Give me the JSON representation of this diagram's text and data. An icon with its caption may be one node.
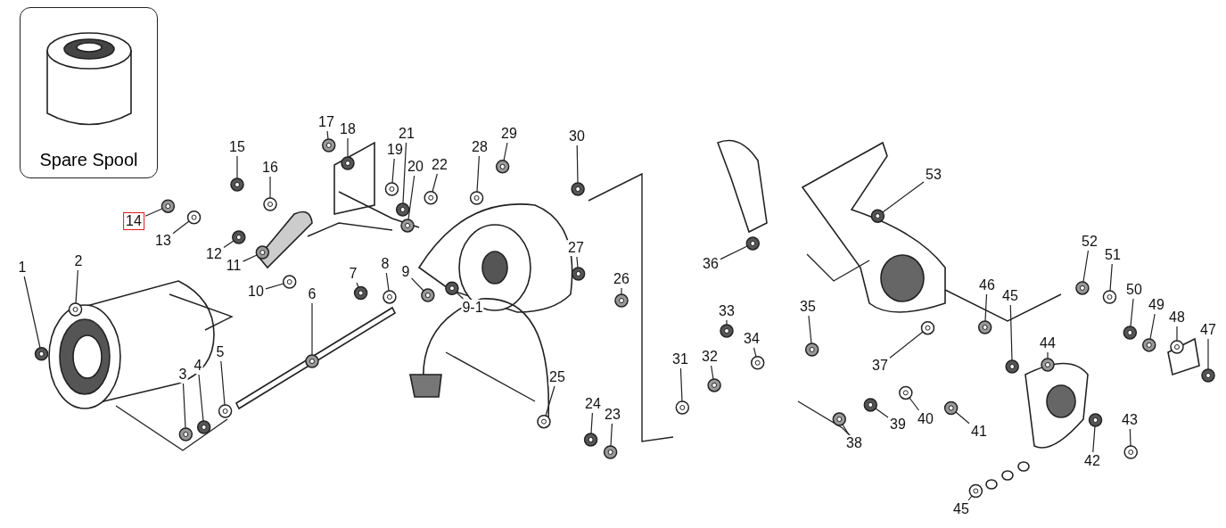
{
  "diagram": {
    "nodes": [
      {
        "text": [
          "Spare Spool"
        ]
      },
      {
        "text": [
          "1"
        ]
      },
      {
        "text": [
          "2"
        ]
      },
      {
        "text": [
          "3"
        ]
      },
      {
        "text": [
          "4"
        ]
      },
      {
        "text": [
          "5"
        ]
      },
      {
        "text": [
          "6"
        ]
      },
      {
        "text": [
          "7"
        ]
      },
      {
        "text": [
          "8"
        ]
      },
      {
        "text": [
          "9"
        ]
      },
      {
        "text": [
          "9-1"
        ]
      },
      {
        "text": [
          "10"
        ]
      },
      {
        "text": [
          "11"
        ]
      },
      {
        "text": [
          "12"
        ]
      },
      {
        "text": [
          "13"
        ]
      },
      {
        "text": [
          "14"
        ]
      },
      {
        "text": [
          "15"
        ]
      },
      {
        "text": [
          "16"
        ]
      },
      {
        "text": [
          "17"
        ]
      },
      {
        "text": [
          "18"
        ]
      },
      {
        "text": [
          "19"
        ]
      },
      {
        "text": [
          "20"
        ]
      },
      {
        "text": [
          "21"
        ]
      },
      {
        "text": [
          "22"
        ]
      },
      {
        "text": [
          "23"
        ]
      },
      {
        "text": [
          "24"
        ]
      },
      {
        "text": [
          "25"
        ]
      },
      {
        "text": [
          "26"
        ]
      },
      {
        "text": [
          "27"
        ]
      },
      {
        "text": [
          "28"
        ]
      },
      {
        "text": [
          "29"
        ]
      },
      {
        "text": [
          "30"
        ]
      },
      {
        "text": [
          "31"
        ]
      },
      {
        "text": [
          "32"
        ]
      },
      {
        "text": [
          "33"
        ]
      },
      {
        "text": [
          "34"
        ]
      },
      {
        "text": [
          "35"
        ]
      },
      {
        "text": [
          "36"
        ]
      },
      {
        "text": [
          "37"
        ]
      },
      {
        "text": [
          "38"
        ]
      },
      {
        "text": [
          "39"
        ]
      },
      {
        "text": [
          "40"
        ]
      },
      {
        "text": [
          "41"
        ]
      },
      {
        "text": [
          "42"
        ]
      },
      {
        "text": [
          "43"
        ]
      },
      {
        "text": [
          "44"
        ]
      },
      {
        "text": [
          "45"
        ]
      },
      {
        "text": [
          "45"
        ]
      },
      {
        "text": [
          "46"
        ]
      },
      {
        "text": [
          "47"
        ]
      },
      {
        "text": [
          "48"
        ]
      },
      {
        "text": [
          "49"
        ]
      },
      {
        "text": [
          "50"
        ]
      },
      {
        "text": [
          "51"
        ]
      },
      {
        "text": [
          "52"
        ]
      },
      {
        "text": [
          "53"
        ]
      },
      {
        "text": [],
        "shape": "picture"
      },
      {
        "text": [],
        "shape": "picture"
      },
      {
        "text": [],
        "shape": "picture"
      },
      {
        "text": [],
        "shape": "picture"
      },
      {
        "text": [],
        "shape": "picture"
      },
      {
        "text": [],
        "shape": "picture"
      },
      {
        "text": [],
        "shape": "picture"
      },
      {
        "text": [],
        "shape": "picture"
      },
      {
        "text": [],
        "shape": "picture"
      },
      {
        "text": [],
        "shape": "picture"
      },
      {
        "text": [],
        "shape": "picture"
      },
      {
        "text": [],
        "shape": "picture"
      },
      {
        "text": [],
        "shape": "picture"
      },
      {
        "text": [],
        "shape": "picture"
      },
      {
        "text": [],
        "shape": "picture"
      },
      {
        "text": [],
        "shape": "picture"
      },
      {
        "text": [],
        "shape": "picture"
      },
      {
        "text": [],
        "shape": "picture"
      },
      {
        "text": [],
        "shape": "picture"
      },
      {
        "text": [],
        "shape": "picture"
      },
      {
        "text": [],
        "shape": "picture"
      },
      {
        "text": [],
        "shape": "picture"
      },
      {
        "text": [],
        "shape": "picture"
      },
      {
        "text": [],
        "shape": "picture"
      },
      {
        "text": [],
        "shape": "picture"
      },
      {
        "text": [],
        "shape": "picture"
      },
      {
        "text": [],
        "shape": "picture"
      },
      {
        "text": [],
        "shape": "picture"
      },
      {
        "text": [],
        "shape": "picture"
      },
      {
        "text": [],
        "shape": "picture"
      },
      {
        "text": [],
        "shape": "picture"
      },
      {
        "text": [],
        "shape": "picture"
      },
      {
        "text": [],
        "shape": "picture"
      },
      {
        "text": [],
        "shape": "picture"
      },
      {
        "text": [],
        "shape": "picture"
      },
      {
        "text": [],
        "shape": "picture"
      },
      {
        "text": [],
        "shape": "picture"
      },
      {
        "text": [],
        "shape": "picture"
      },
      {
        "text": [],
        "shape": "picture"
      },
      {
        "text": [],
        "shape": "picture"
      },
      {
        "text": [],
        "shape": "picture"
      },
      {
        "text": [],
        "shape": "picture"
      },
      {
        "text": [],
        "shape": "picture"
      },
      {
        "text": [],
        "shape": "picture"
      },
      {
        "text": [],
        "shape": "picture"
      },
      {
        "text": [],
        "shape": "picture"
      },
      {
        "text": [],
        "shape": "picture"
      },
      {
        "text": [],
        "shape": "picture"
      },
      {
        "text": [],
        "shape": "picture"
      },
      {
        "text": [],
        "shape": "picture"
      },
      {
        "text": [],
        "shape": "picture"
      },
      {
        "text": [],
        "shape": "picture"
      },
      {
        "text": [],
        "shape": "picture"
      },
      {
        "text": [],
        "shape": "picture"
      },
      {
        "text": [],
        "shape": "picture"
      }
    ],
    "edges": [
      {
        "from": 1,
        "to": 56,
        "arrow": "none"
      },
      {
        "from": 2,
        "to": 57,
        "arrow": "none"
      },
      {
        "from": 3,
        "to": 58,
        "arrow": "none"
      },
      {
        "from": 4,
        "to": 59,
        "arrow": "none"
      },
      {
        "from": 5,
        "to": 60,
        "arrow": "none"
      },
      {
        "from": 6,
        "to": 61,
        "arrow": "none"
      },
      {
        "from": 7,
        "to": 62,
        "arrow": "none"
      },
      {
        "from": 8,
        "to": 63,
        "arrow": "none"
      },
      {
        "from": 9,
        "to": 64,
        "arrow": "none"
      },
      {
        "from": 10,
        "to": 65,
        "arrow": "none"
      },
      {
        "from": 11,
        "to": 66,
        "arrow": "none"
      },
      {
        "from": 12,
        "to": 67,
        "arrow": "none"
      },
      {
        "from": 13,
        "to": 68,
        "arrow": "none"
      },
      {
        "from": 14,
        "to": 69,
        "arrow": "none"
      },
      {
        "from": 15,
        "to": 70,
        "arrow": "none"
      },
      {
        "from": 16,
        "to": 71,
        "arrow": "none"
      },
      {
        "from": 17,
        "to": 72,
        "arrow": "none"
      },
      {
        "from": 18,
        "to": 73,
        "arrow": "none"
      },
      {
        "from": 19,
        "to": 74,
        "arrow": "none"
      },
      {
        "from": 20,
        "to": 75,
        "arrow": "none"
      },
      {
        "from": 21,
        "to": 76,
        "arrow": "none"
      },
      {
        "from": 22,
        "to": 77,
        "arrow": "none"
      },
      {
        "from": 23,
        "to": 78,
        "arrow": "none"
      },
      {
        "from": 24,
        "to": 79,
        "arrow": "none"
      },
      {
        "from": 25,
        "to": 80,
        "arrow": "none"
      },
      {
        "from": 26,
        "to": 81,
        "arrow": "none"
      },
      {
        "from": 27,
        "to": 82,
        "arrow": "none"
      },
      {
        "from": 28,
        "to": 83,
        "arrow": "none"
      },
      {
        "from": 29,
        "to": 84,
        "arrow": "none"
      },
      {
        "from": 30,
        "to": 85,
        "arrow": "none"
      },
      {
        "from": 31,
        "to": 86,
        "arrow": "none"
      },
      {
        "from": 32,
        "to": 87,
        "arrow": "none"
      },
      {
        "from": 33,
        "to": 88,
        "arrow": "none"
      },
      {
        "from": 34,
        "to": 89,
        "arrow": "none"
      },
      {
        "from": 35,
        "to": 90,
        "arrow": "none"
      },
      {
        "from": 36,
        "to": 91,
        "arrow": "none"
      },
      {
        "from": 37,
        "to": 92,
        "arrow": "none"
      },
      {
        "from": 38,
        "to": 93,
        "arrow": "none"
      },
      {
        "from": 39,
        "to": 94,
        "arrow": "none"
      },
      {
        "from": 40,
        "to": 95,
        "arrow": "none"
      },
      {
        "from": 41,
        "to": 96,
        "arrow": "none"
      },
      {
        "from": 42,
        "to": 97,
        "arrow": "none"
      },
      {
        "from": 43,
        "to": 98,
        "arrow": "none"
      },
      {
        "from": 44,
        "to": 99,
        "arrow": "none"
      },
      {
        "from": 45,
        "to": 100,
        "arrow": "none"
      },
      {
        "from": 46,
        "to": 101,
        "arrow": "none"
      },
      {
        "from": 47,
        "to": 102,
        "arrow": "none"
      },
      {
        "from": 48,
        "to": 103,
        "arrow": "none"
      },
      {
        "from": 49,
        "to": 104,
        "arrow": "none"
      },
      {
        "from": 50,
        "to": 105,
        "arrow": "none"
      },
      {
        "from": 51,
        "to": 106,
        "arrow": "none"
      },
      {
        "from": 52,
        "to": 107,
        "arrow": "none"
      },
      {
        "from": 53,
        "to": 108,
        "arrow": "none"
      },
      {
        "from": 54,
        "to": 109,
        "arrow": "none"
      },
      {
        "from": 55,
        "to": 110,
        "arrow": "none"
      }
    ]
  }
}
